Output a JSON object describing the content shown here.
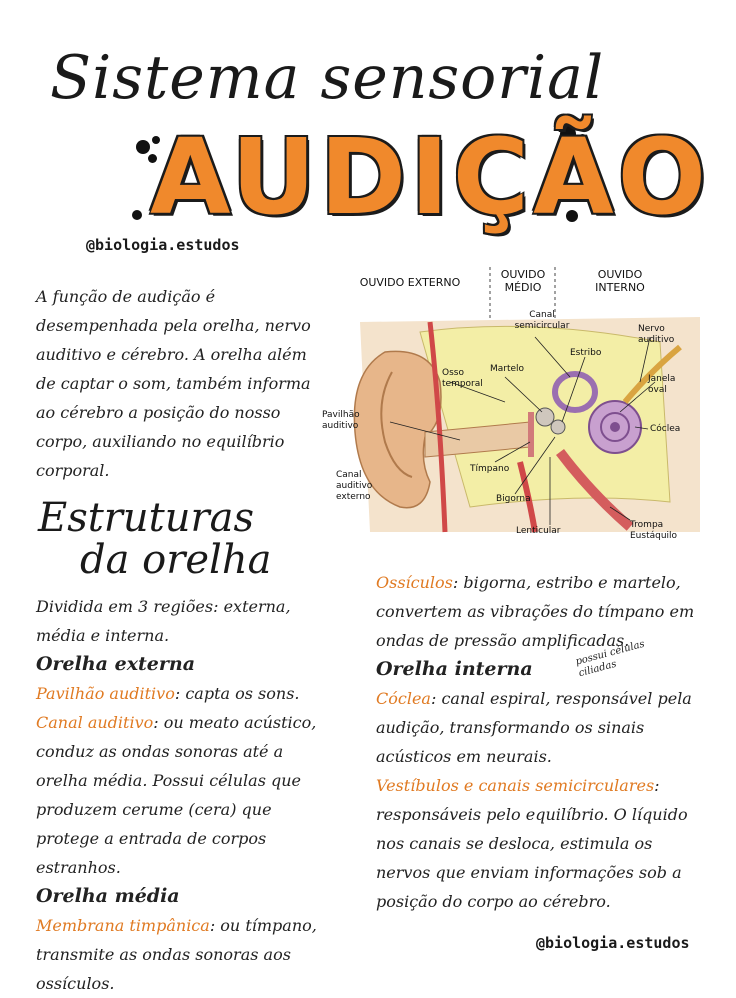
{
  "title": {
    "line1": "Sistema sensorial",
    "line2": "AUDIÇÃO",
    "handle": "@biologia.estudos"
  },
  "intro": "A função de audição é desempenhada pela orelha, nervo auditivo e cérebro. A orelha além de captar o som, também informa ao cérebro a posição do nosso corpo, auxiliando no equilíbrio corporal.",
  "diagram": {
    "regions": {
      "external": "OUVIDO EXTERNO",
      "middle": "OUVIDO MÉDIO",
      "internal": "OUVIDO INTERNO"
    },
    "labels": {
      "semicircular": "Canal semicircular",
      "nerve": "Nervo auditivo",
      "stirrup": "Estribo",
      "temporal": "Osso temporal",
      "hammer": "Martelo",
      "oval": "Janela oval",
      "pinna": "Pavilhão auditivo",
      "cochlea": "Cóclea",
      "canal": "Canal auditivo externo",
      "eardrum": "Tímpano",
      "anvil": "Bigorna",
      "lenticular": "Lenticular",
      "eustachian": "Trompa Eustáquilo"
    }
  },
  "structures": {
    "title_line1": "Estruturas",
    "title_line2": "da orelha",
    "division": "Dividida em 3 regiões: externa, média e interna.",
    "external_heading": "Orelha externa",
    "pinna_term": "Pavilhão auditivo",
    "pinna_text": ": capta os sons.",
    "canal_term": "Canal auditivo",
    "canal_text": ": ou meato acústico, conduz as ondas sonoras até a orelha média. Possui células que produzem cerume (cera) que protege a entrada de corpos estranhos.",
    "middle_heading": "Orelha média",
    "membrane_term": "Membrana timpânica",
    "membrane_text": ": ou tímpano, transmite as ondas sonoras aos ossículos.",
    "ossicles_term": "Ossículos",
    "ossicles_text": ": bigorna, estribo e martelo, convertem as vibrações do tímpano em ondas de pressão amplificadas.",
    "internal_heading": "Orelha interna",
    "internal_note": "possui células ciliadas",
    "cochlea_term": "Cóclea",
    "cochlea_text": ": canal espiral, responsável pela audição, transformando os sinais acústicos em neurais.",
    "vestibule_term": "Vestíbulos e canais semicirculares",
    "vestibule_text": ": responsáveis pelo equilíbrio. O líquido nos canais se desloca, estimula os nervos que enviam informações sob a posição do corpo ao cérebro.",
    "handle_bottom": "@biologia.estudos"
  }
}
